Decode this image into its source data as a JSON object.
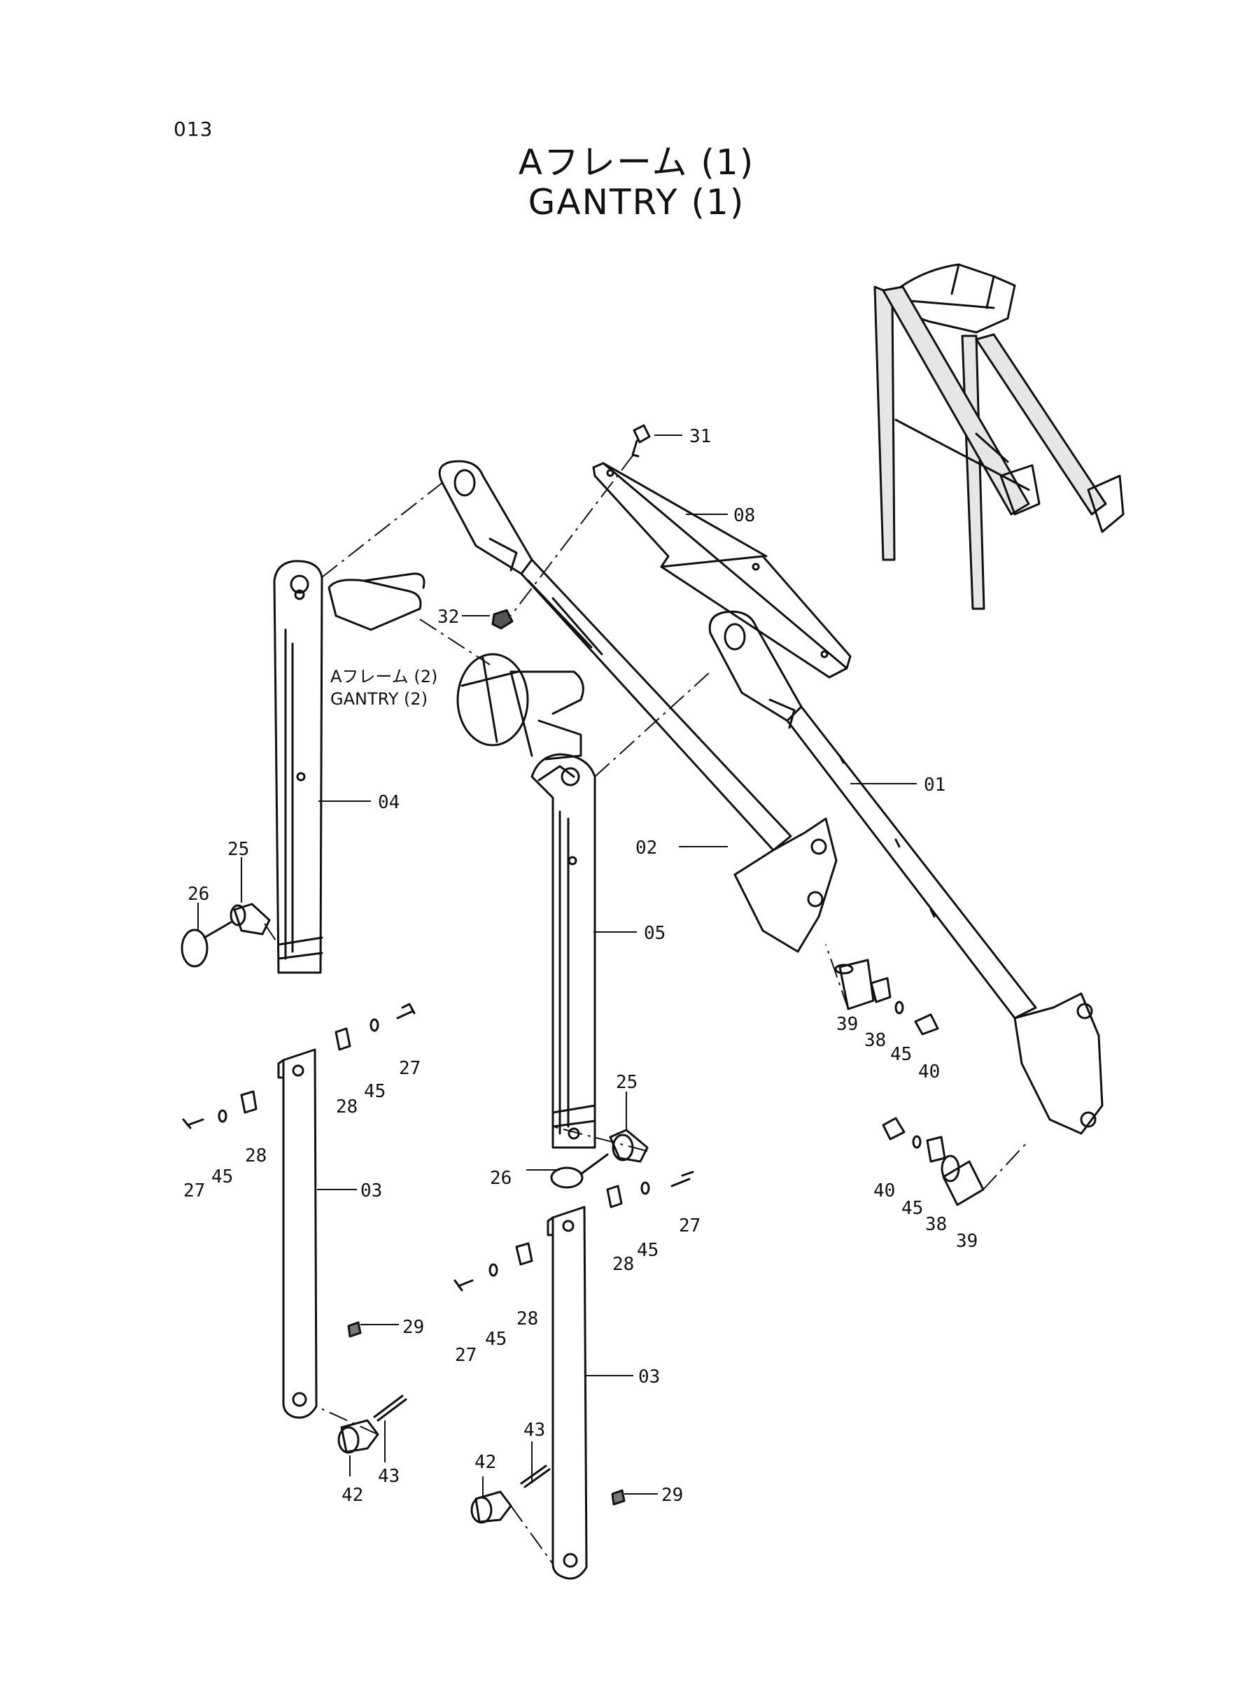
{
  "page_number": "013",
  "title_jp": "Aフレーム (1)",
  "title_en": "GANTRY (1)",
  "reference": {
    "jp": "Aフレーム (2)",
    "en": "GANTRY (2)"
  },
  "callouts": {
    "c01": "01",
    "c02": "02",
    "c03a": "03",
    "c03b": "03",
    "c04": "04",
    "c05": "05",
    "c08": "08",
    "c25a": "25",
    "c25b": "25",
    "c26a": "26",
    "c26b": "26",
    "c27a": "27",
    "c27b": "27",
    "c27c": "27",
    "c27d": "27",
    "c28a": "28",
    "c28b": "28",
    "c28c": "28",
    "c28d": "28",
    "c29a": "29",
    "c29b": "29",
    "c31": "31",
    "c32": "32",
    "c38a": "38",
    "c38b": "38",
    "c39a": "39",
    "c39b": "39",
    "c40a": "40",
    "c40b": "40",
    "c42a": "42",
    "c42b": "42",
    "c43a": "43",
    "c43b": "43",
    "c45a": "45",
    "c45b": "45",
    "c45c": "45",
    "c45d": "45",
    "c45e": "45",
    "c45f": "45"
  }
}
